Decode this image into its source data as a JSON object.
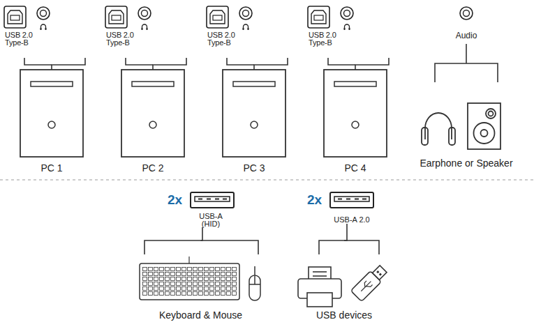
{
  "diagram": {
    "nodes": [
      {
        "text": [
          "USB 2.0 Type-B"
        ]
      },
      {
        "text": [
          "USB 2.0 Type-B"
        ]
      },
      {
        "text": [
          "USB 2.0 Type-B"
        ]
      },
      {
        "text": [
          "USB 2.0 Type-B"
        ]
      },
      {
        "text": [
          "Audio"
        ]
      },
      {
        "text": [
          "PC 1"
        ]
      },
      {
        "text": [
          "PC 2"
        ]
      },
      {
        "text": [
          "PC 3"
        ]
      },
      {
        "text": [
          "PC 4"
        ]
      },
      {
        "text": [
          "Earphone or Speaker"
        ]
      },
      {
        "text": [
          "2x",
          "USB-A (HID)"
        ]
      },
      {
        "text": [
          "2x",
          "USB-A 2.0"
        ]
      },
      {
        "text": [
          "Keyboard & Mouse"
        ]
      },
      {
        "text": [
          "USB devices"
        ]
      }
    ],
    "edges": [
      {
        "from": 0,
        "to": 5,
        "arrow": "none"
      },
      {
        "from": 1,
        "to": 6,
        "arrow": "none"
      },
      {
        "from": 2,
        "to": 7,
        "arrow": "none"
      },
      {
        "from": 3,
        "to": 8,
        "arrow": "none"
      },
      {
        "from": 4,
        "to": 9,
        "arrow": "none"
      },
      {
        "from": 10,
        "to": 12,
        "arrow": "none"
      },
      {
        "from": 11,
        "to": 13,
        "arrow": "none"
      }
    ]
  }
}
